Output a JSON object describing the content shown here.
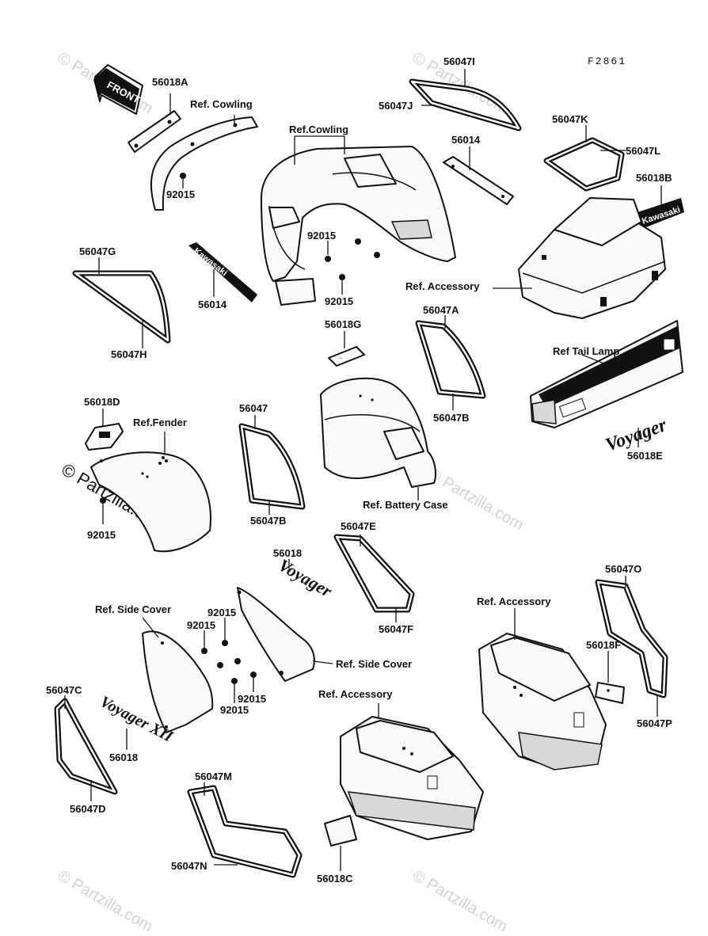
{
  "figure_number": "F2861",
  "watermark": "© Partzilla.com",
  "decal_texts": {
    "front_arrow": "FRONT",
    "kawasaki": "Kawasaki",
    "voyager": "Voyager",
    "voyager_xii": "Voyager XII"
  },
  "part_labels": [
    {
      "id": "56018A",
      "text": "56018A"
    },
    {
      "id": "92015-a",
      "text": "92015"
    },
    {
      "id": "56047I",
      "text": "56047I"
    },
    {
      "id": "56047J",
      "text": "56047J"
    },
    {
      "id": "56014-a",
      "text": "56014"
    },
    {
      "id": "56047K",
      "text": "56047K"
    },
    {
      "id": "56047L",
      "text": "56047L"
    },
    {
      "id": "56018B",
      "text": "56018B"
    },
    {
      "id": "56047G",
      "text": "56047G"
    },
    {
      "id": "56047H",
      "text": "56047H"
    },
    {
      "id": "56014-b",
      "text": "56014"
    },
    {
      "id": "92015-b",
      "text": "92015"
    },
    {
      "id": "92015-c",
      "text": "92015"
    },
    {
      "id": "56018G",
      "text": "56018G"
    },
    {
      "id": "56047A",
      "text": "56047A"
    },
    {
      "id": "56047B-a",
      "text": "56047B"
    },
    {
      "id": "56018D",
      "text": "56018D"
    },
    {
      "id": "56047",
      "text": "56047"
    },
    {
      "id": "56047B-b",
      "text": "56047B"
    },
    {
      "id": "92015-d",
      "text": "92015"
    },
    {
      "id": "56018E",
      "text": "56018E"
    },
    {
      "id": "56047E",
      "text": "56047E"
    },
    {
      "id": "56047F",
      "text": "56047F"
    },
    {
      "id": "56018",
      "text": "56018"
    },
    {
      "id": "92015-e",
      "text": "92015"
    },
    {
      "id": "92015-f",
      "text": "92015"
    },
    {
      "id": "92015-g",
      "text": "92015"
    },
    {
      "id": "92015-h",
      "text": "92015"
    },
    {
      "id": "56047O",
      "text": "56047O"
    },
    {
      "id": "56018F",
      "text": "56018F"
    },
    {
      "id": "56047P",
      "text": "56047P"
    },
    {
      "id": "56047C",
      "text": "56047C"
    },
    {
      "id": "56018-b",
      "text": "56018"
    },
    {
      "id": "56047D",
      "text": "56047D"
    },
    {
      "id": "56047M",
      "text": "56047M"
    },
    {
      "id": "56047N",
      "text": "56047N"
    },
    {
      "id": "56018C",
      "text": "56018C"
    }
  ],
  "ref_labels": {
    "cowling_1": "Ref. Cowling",
    "cowling_2": "Ref.Cowling",
    "accessory_1": "Ref. Accessory",
    "tail_lamp": "Ref Tail Lamp",
    "fender": "Ref.Fender",
    "battery_case": "Ref. Battery Case",
    "side_cover_1": "Ref. Side Cover",
    "side_cover_2": "Ref. Side Cover",
    "accessory_2": "Ref. Accessory",
    "accessory_3": "Ref. Accessory"
  }
}
